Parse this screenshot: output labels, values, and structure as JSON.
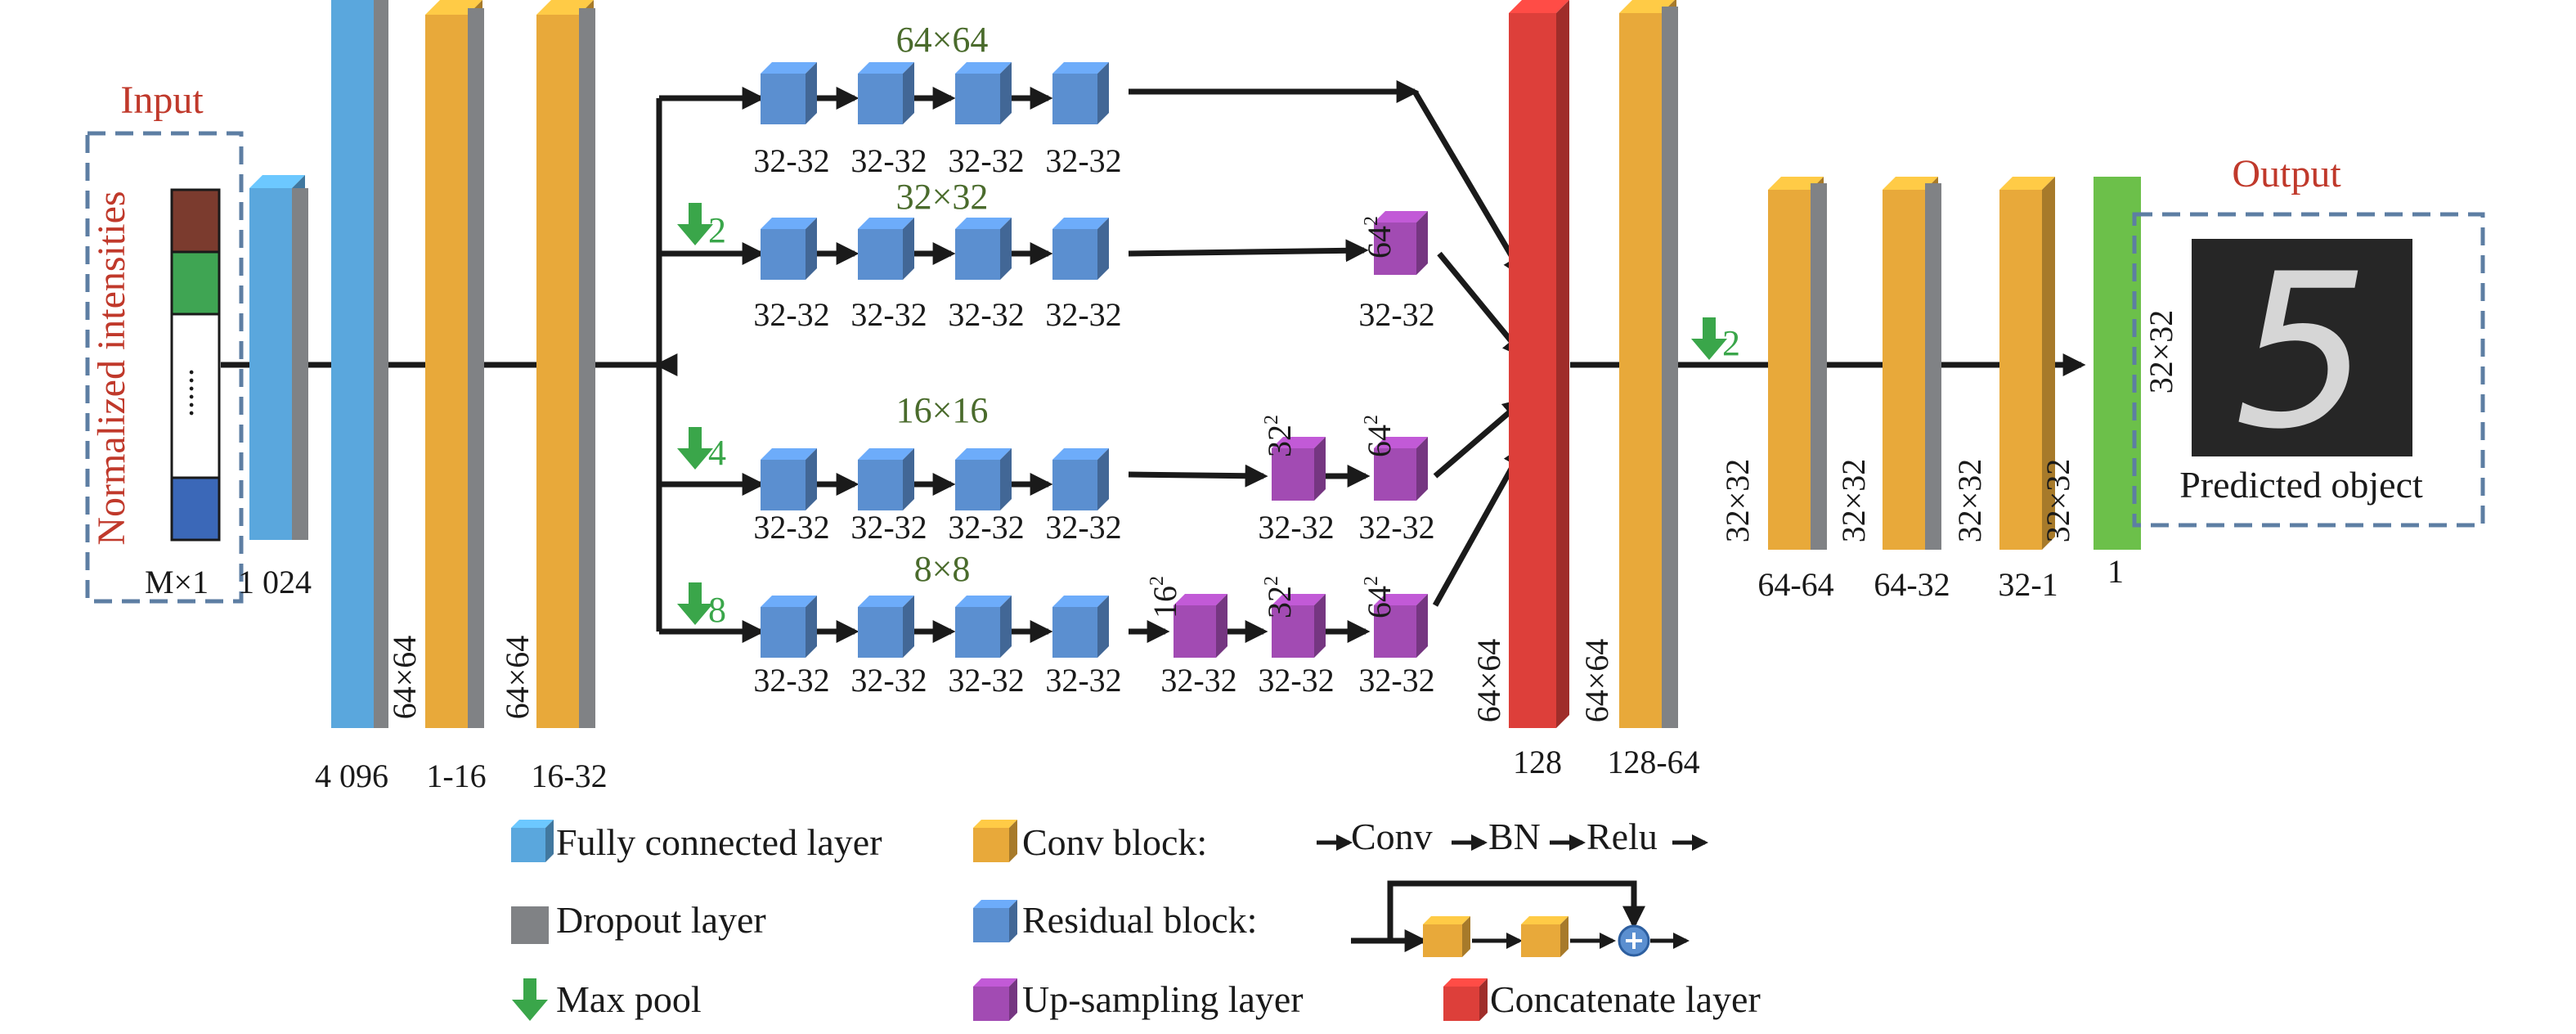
{
  "colors": {
    "fc": "#5aa7dd",
    "dropout": "#808285",
    "conv": "#e8a93a",
    "residual": "#5b8fd0",
    "upsample": "#a24bb3",
    "concat": "#dd3f3a",
    "final": "#6cc04a",
    "maxpool": "#3aa64a",
    "red_text": "#c0392b",
    "green_text": "#4a6b2c",
    "box_dash": "#5d7ea3"
  },
  "input": {
    "title": "Input",
    "side_label": "Normalized intensities",
    "vector_dots": "......",
    "size_label": "M×1",
    "segment_colors": [
      "#7b3b2e",
      "#3fa553",
      "#ffffff",
      "#3b68b8"
    ]
  },
  "layers": {
    "fc1024": "1 024",
    "fc4096": "4 096",
    "conv1": {
      "bottom": "1-16",
      "side": "64×64"
    },
    "conv2": {
      "bottom": "16-32",
      "side": "64×64"
    },
    "concat": {
      "bottom": "128",
      "side": "64×64"
    },
    "conv3": {
      "bottom": "128-64",
      "side": "64×64"
    },
    "conv4": {
      "bottom": "64-64",
      "side": "32×32"
    },
    "conv5": {
      "bottom": "64-32",
      "side": "32×32"
    },
    "conv6": {
      "bottom": "32-1",
      "side": "32×32"
    },
    "final": {
      "bottom": "1",
      "side": "32×32"
    }
  },
  "branches": {
    "b1": {
      "title": "64×64",
      "pool": "",
      "labels": [
        "32-32",
        "32-32",
        "32-32",
        "32-32"
      ]
    },
    "b2": {
      "title": "32×32",
      "pool": "2",
      "labels": [
        "32-32",
        "32-32",
        "32-32",
        "32-32"
      ],
      "up": [
        {
          "label": "32-32",
          "top": "64"
        }
      ]
    },
    "b3": {
      "title": "16×16",
      "pool": "4",
      "labels": [
        "32-32",
        "32-32",
        "32-32",
        "32-32"
      ],
      "up": [
        {
          "label": "32-32",
          "top": "32"
        },
        {
          "label": "32-32",
          "top": "64"
        }
      ]
    },
    "b4": {
      "title": "8×8",
      "pool": "8",
      "labels": [
        "32-32",
        "32-32",
        "32-32",
        "32-32"
      ],
      "up": [
        {
          "label": "32-32",
          "top": "16"
        },
        {
          "label": "32-32",
          "top": "32"
        },
        {
          "label": "32-32",
          "top": "64"
        }
      ]
    }
  },
  "superscript": "2",
  "post_concat_pool": "2",
  "output": {
    "title": "Output",
    "side_label": "32×32",
    "caption": "Predicted object",
    "digit": "5"
  },
  "legend": {
    "fc": "Fully connected layer",
    "dropout": "Dropout layer",
    "maxpool": "Max pool",
    "conv": "Conv block:",
    "conv_seq": [
      "Conv",
      "BN",
      "Relu"
    ],
    "residual": "Residual block:",
    "upsample": "Up-sampling layer",
    "concat": "Concatenate layer"
  }
}
